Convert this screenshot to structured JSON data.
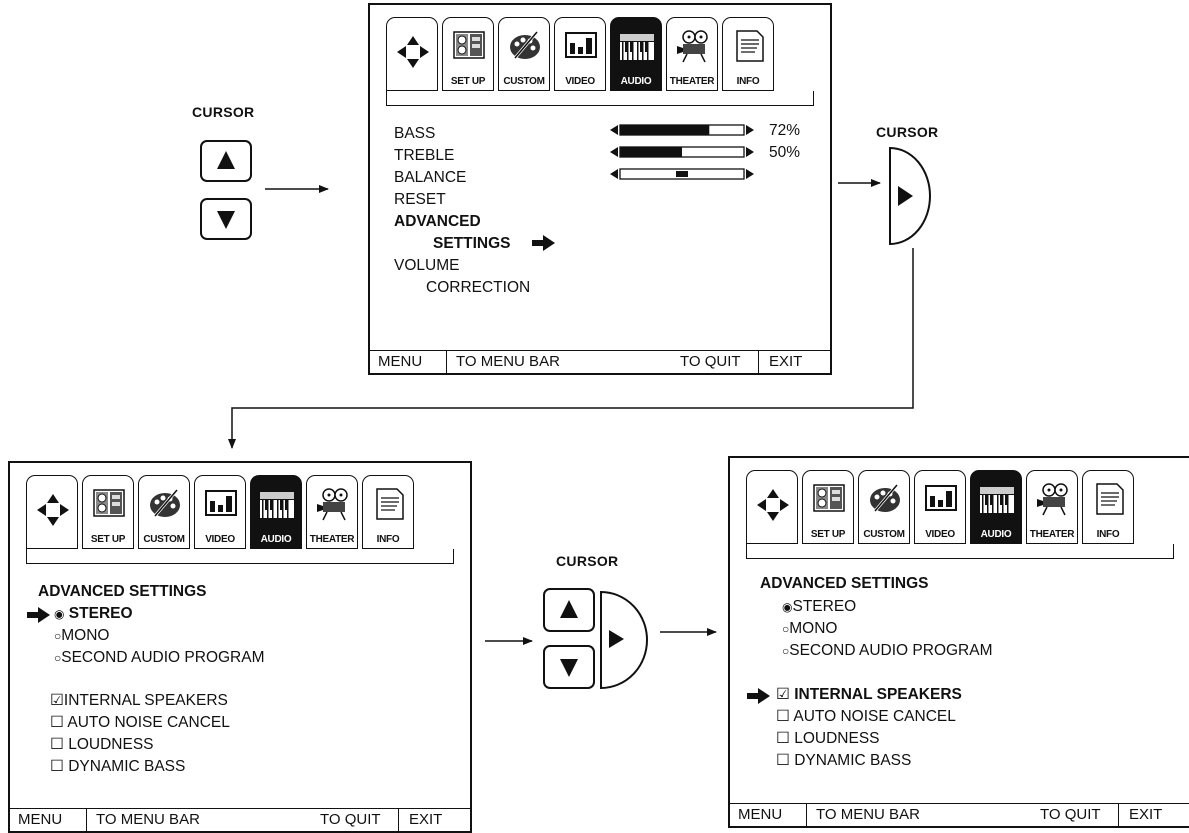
{
  "cursor_label": "CURSOR",
  "tabs": [
    {
      "label": "",
      "icon": "four-way-arrow-icon"
    },
    {
      "label": "SET UP",
      "icon": "speaker-panel-icon"
    },
    {
      "label": "CUSTOM",
      "icon": "palette-icon"
    },
    {
      "label": "VIDEO",
      "icon": "tv-screen-icon"
    },
    {
      "label": "AUDIO",
      "icon": "piano-keyboard-icon"
    },
    {
      "label": "THEATER",
      "icon": "film-projector-icon"
    },
    {
      "label": "INFO",
      "icon": "document-icon"
    }
  ],
  "footer": {
    "menu": "MENU",
    "to_menu_bar": "TO MENU BAR",
    "to_quit": "TO QUIT",
    "exit": "EXIT"
  },
  "audio_menu": {
    "bass": {
      "label": "BASS",
      "level": 0.72,
      "readout": "72%"
    },
    "treble": {
      "label": "TREBLE",
      "level": 0.5,
      "readout": "50%"
    },
    "balance": {
      "label": "BALANCE",
      "position": 0.5
    },
    "reset": "RESET",
    "advanced_line1": "ADVANCED",
    "advanced_line2": "SETTINGS",
    "volume_line1": "VOLUME",
    "volume_line2": "CORRECTION"
  },
  "advanced": {
    "title": "ADVANCED SETTINGS",
    "stereo": "STEREO",
    "mono": "MONO",
    "sap": "SECOND AUDIO PROGRAM",
    "internal_speakers": "INTERNAL SPEAKERS",
    "auto_noise": "AUTO NOISE CANCEL",
    "loudness": "LOUDNESS",
    "dynamic_bass": "DYNAMIC BASS",
    "checked": {
      "internal_speakers": true,
      "auto_noise": false,
      "loudness": false,
      "dynamic_bass": false
    },
    "selected_audio": "stereo"
  },
  "symbols": {
    "radio_on": "◉",
    "radio_off": "○",
    "check_on": "☑",
    "check_off": "☐"
  }
}
